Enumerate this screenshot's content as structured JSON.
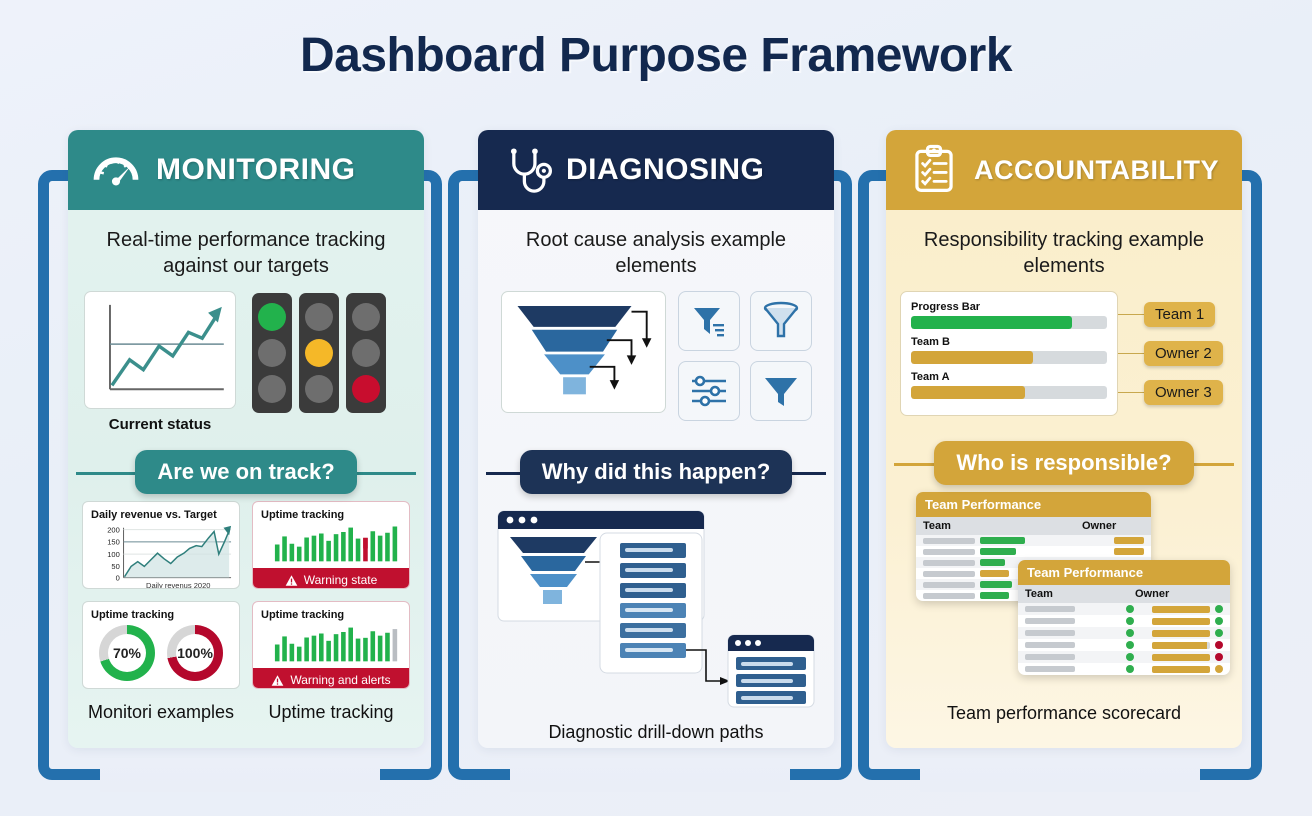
{
  "title": "Dashboard Purpose Framework",
  "colors": {
    "monitoring": "#2e8a89",
    "diagnosing": "#16294f",
    "accountability": "#d3a53a",
    "bracket": "#2470ad",
    "green": "#22b24c",
    "amber": "#f5b828",
    "red": "#c80d2e",
    "background": "#eef2fa"
  },
  "columns": [
    {
      "id": "monitoring",
      "icon": "gauge-icon",
      "header": "MONITORING",
      "subtitle": "Real-time performance tracking against our targets",
      "top_caption": "Current status",
      "pill": "Are we on track?",
      "traffic_lights": [
        {
          "green": true,
          "amber": false,
          "red": false
        },
        {
          "green": false,
          "amber": true,
          "red": false
        },
        {
          "green": false,
          "amber": false,
          "red": true
        }
      ],
      "cards": [
        {
          "title": "Daily revenue vs. Target",
          "axis_labels": [
            "200",
            "150",
            "100",
            "50",
            "0"
          ],
          "x_label": "Daily revenus 2020"
        },
        {
          "title": "Uptime tracking",
          "status": "Warning state",
          "status_icon": "warning-icon"
        },
        {
          "title": "Uptime tracking",
          "donuts": [
            {
              "value": "70%",
              "pct": 70,
              "color": "#22b24c"
            },
            {
              "value": "100%",
              "pct": 72,
              "color": "#b4082c"
            }
          ]
        },
        {
          "title": "Uptime tracking",
          "status": "Warning and alerts",
          "status_icon": "warning-icon"
        }
      ],
      "footer_captions": [
        "Monitori examples",
        "Uptime tracking"
      ]
    },
    {
      "id": "diagnosing",
      "icon": "stethoscope-icon",
      "header": "DIAGNOSING",
      "subtitle": "Root cause analysis example elements",
      "pill": "Why did this happen?",
      "icons": [
        "funnel-filter-icon",
        "funnel-cone-icon",
        "sliders-icon",
        "funnel-solid-icon"
      ],
      "footer_caption": "Diagnostic drill-down paths"
    },
    {
      "id": "accountability",
      "icon": "clipboard-check-icon",
      "header": "ACCOUNTABILITY",
      "subtitle": "Responsibility tracking example elements",
      "pill": "Who is responsible?",
      "progress": [
        {
          "label": "Progress Bar",
          "pct": 82,
          "color": "#22b24c",
          "badge": "Team 1"
        },
        {
          "label": "Team B",
          "pct": 62,
          "color": "#d3a53a",
          "badge": "Owner 2"
        },
        {
          "label": "Team A",
          "pct": 58,
          "color": "#d3a53a",
          "badge": "Owner 3"
        }
      ],
      "scorecards": [
        {
          "title": "Team Performance",
          "columns": [
            "Team",
            "Owner"
          ]
        },
        {
          "title": "Team Performance",
          "columns": [
            "Team",
            "Owner"
          ]
        }
      ],
      "footer_caption": "Team performance scorecard"
    }
  ],
  "chart_data": [
    {
      "type": "line",
      "title": "Daily revenue vs. Target",
      "xlabel": "Daily revenus 2020",
      "ylabel": "",
      "ylim": [
        0,
        200
      ],
      "yticks": [
        0,
        50,
        100,
        150,
        200
      ],
      "target_line": 150,
      "values": [
        5,
        40,
        65,
        45,
        72,
        100,
        78,
        60,
        85,
        100,
        115,
        125,
        122,
        145,
        170,
        100,
        130,
        178
      ]
    },
    {
      "type": "bar",
      "title": "Uptime tracking",
      "status": "Warning state",
      "values": [
        46,
        68,
        48,
        40,
        65,
        70,
        76,
        56,
        74,
        80,
        92,
        62,
        64,
        82,
        70,
        78,
        95
      ],
      "bar_colors": [
        "#22b24c",
        "#22b24c",
        "#22b24c",
        "#22b24c",
        "#22b24c",
        "#22b24c",
        "#22b24c",
        "#22b24c",
        "#22b24c",
        "#22b24c",
        "#22b24c",
        "#22b24c",
        "#c0102f",
        "#22b24c",
        "#22b24c",
        "#22b24c",
        "#22b24c"
      ]
    },
    {
      "type": "bar",
      "title": "Uptime tracking",
      "status": "Warning and alerts",
      "values": [
        46,
        68,
        48,
        40,
        65,
        70,
        76,
        56,
        74,
        80,
        92,
        62,
        64,
        82,
        70,
        78,
        88
      ],
      "bar_colors": [
        "#22b24c",
        "#22b24c",
        "#22b24c",
        "#22b24c",
        "#22b24c",
        "#22b24c",
        "#22b24c",
        "#22b24c",
        "#22b24c",
        "#22b24c",
        "#22b24c",
        "#22b24c",
        "#22b24c",
        "#22b24c",
        "#22b24c",
        "#22b24c",
        "#b9bdc2"
      ]
    },
    {
      "type": "pie",
      "title": "Uptime tracking",
      "slices": [
        {
          "label": "70%",
          "value": 70,
          "color": "#22b24c"
        },
        {
          "label": "100%",
          "value": 72,
          "color": "#b4082c"
        }
      ]
    }
  ]
}
